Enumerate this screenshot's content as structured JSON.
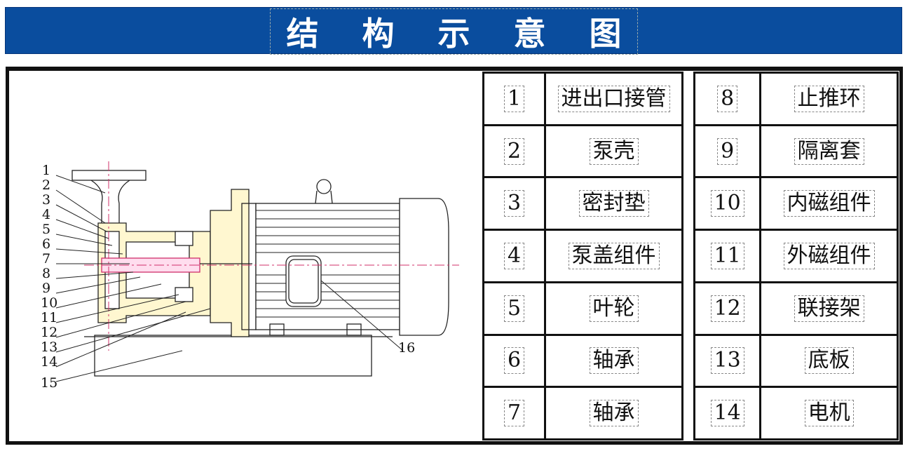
{
  "header": {
    "title": "结构示意图"
  },
  "parts": [
    {
      "no": "1",
      "name": "进出口接管"
    },
    {
      "no": "2",
      "name": "泵壳"
    },
    {
      "no": "3",
      "name": "密封垫"
    },
    {
      "no": "4",
      "name": "泵盖组件"
    },
    {
      "no": "5",
      "name": "叶轮"
    },
    {
      "no": "6",
      "name": "轴承"
    },
    {
      "no": "7",
      "name": "轴承"
    },
    {
      "no": "8",
      "name": "止推环"
    },
    {
      "no": "9",
      "name": "隔离套"
    },
    {
      "no": "10",
      "name": "内磁组件"
    },
    {
      "no": "11",
      "name": "外磁组件"
    },
    {
      "no": "12",
      "name": "联接架"
    },
    {
      "no": "13",
      "name": "底板"
    },
    {
      "no": "14",
      "name": "电机"
    }
  ],
  "drawing_labels": [
    "1",
    "2",
    "3",
    "4",
    "5",
    "6",
    "7",
    "8",
    "9",
    "10",
    "11",
    "12",
    "13",
    "14",
    "15",
    "16"
  ],
  "colors": {
    "banner": "#0a4d9e",
    "accent_line": "#d0306a"
  }
}
